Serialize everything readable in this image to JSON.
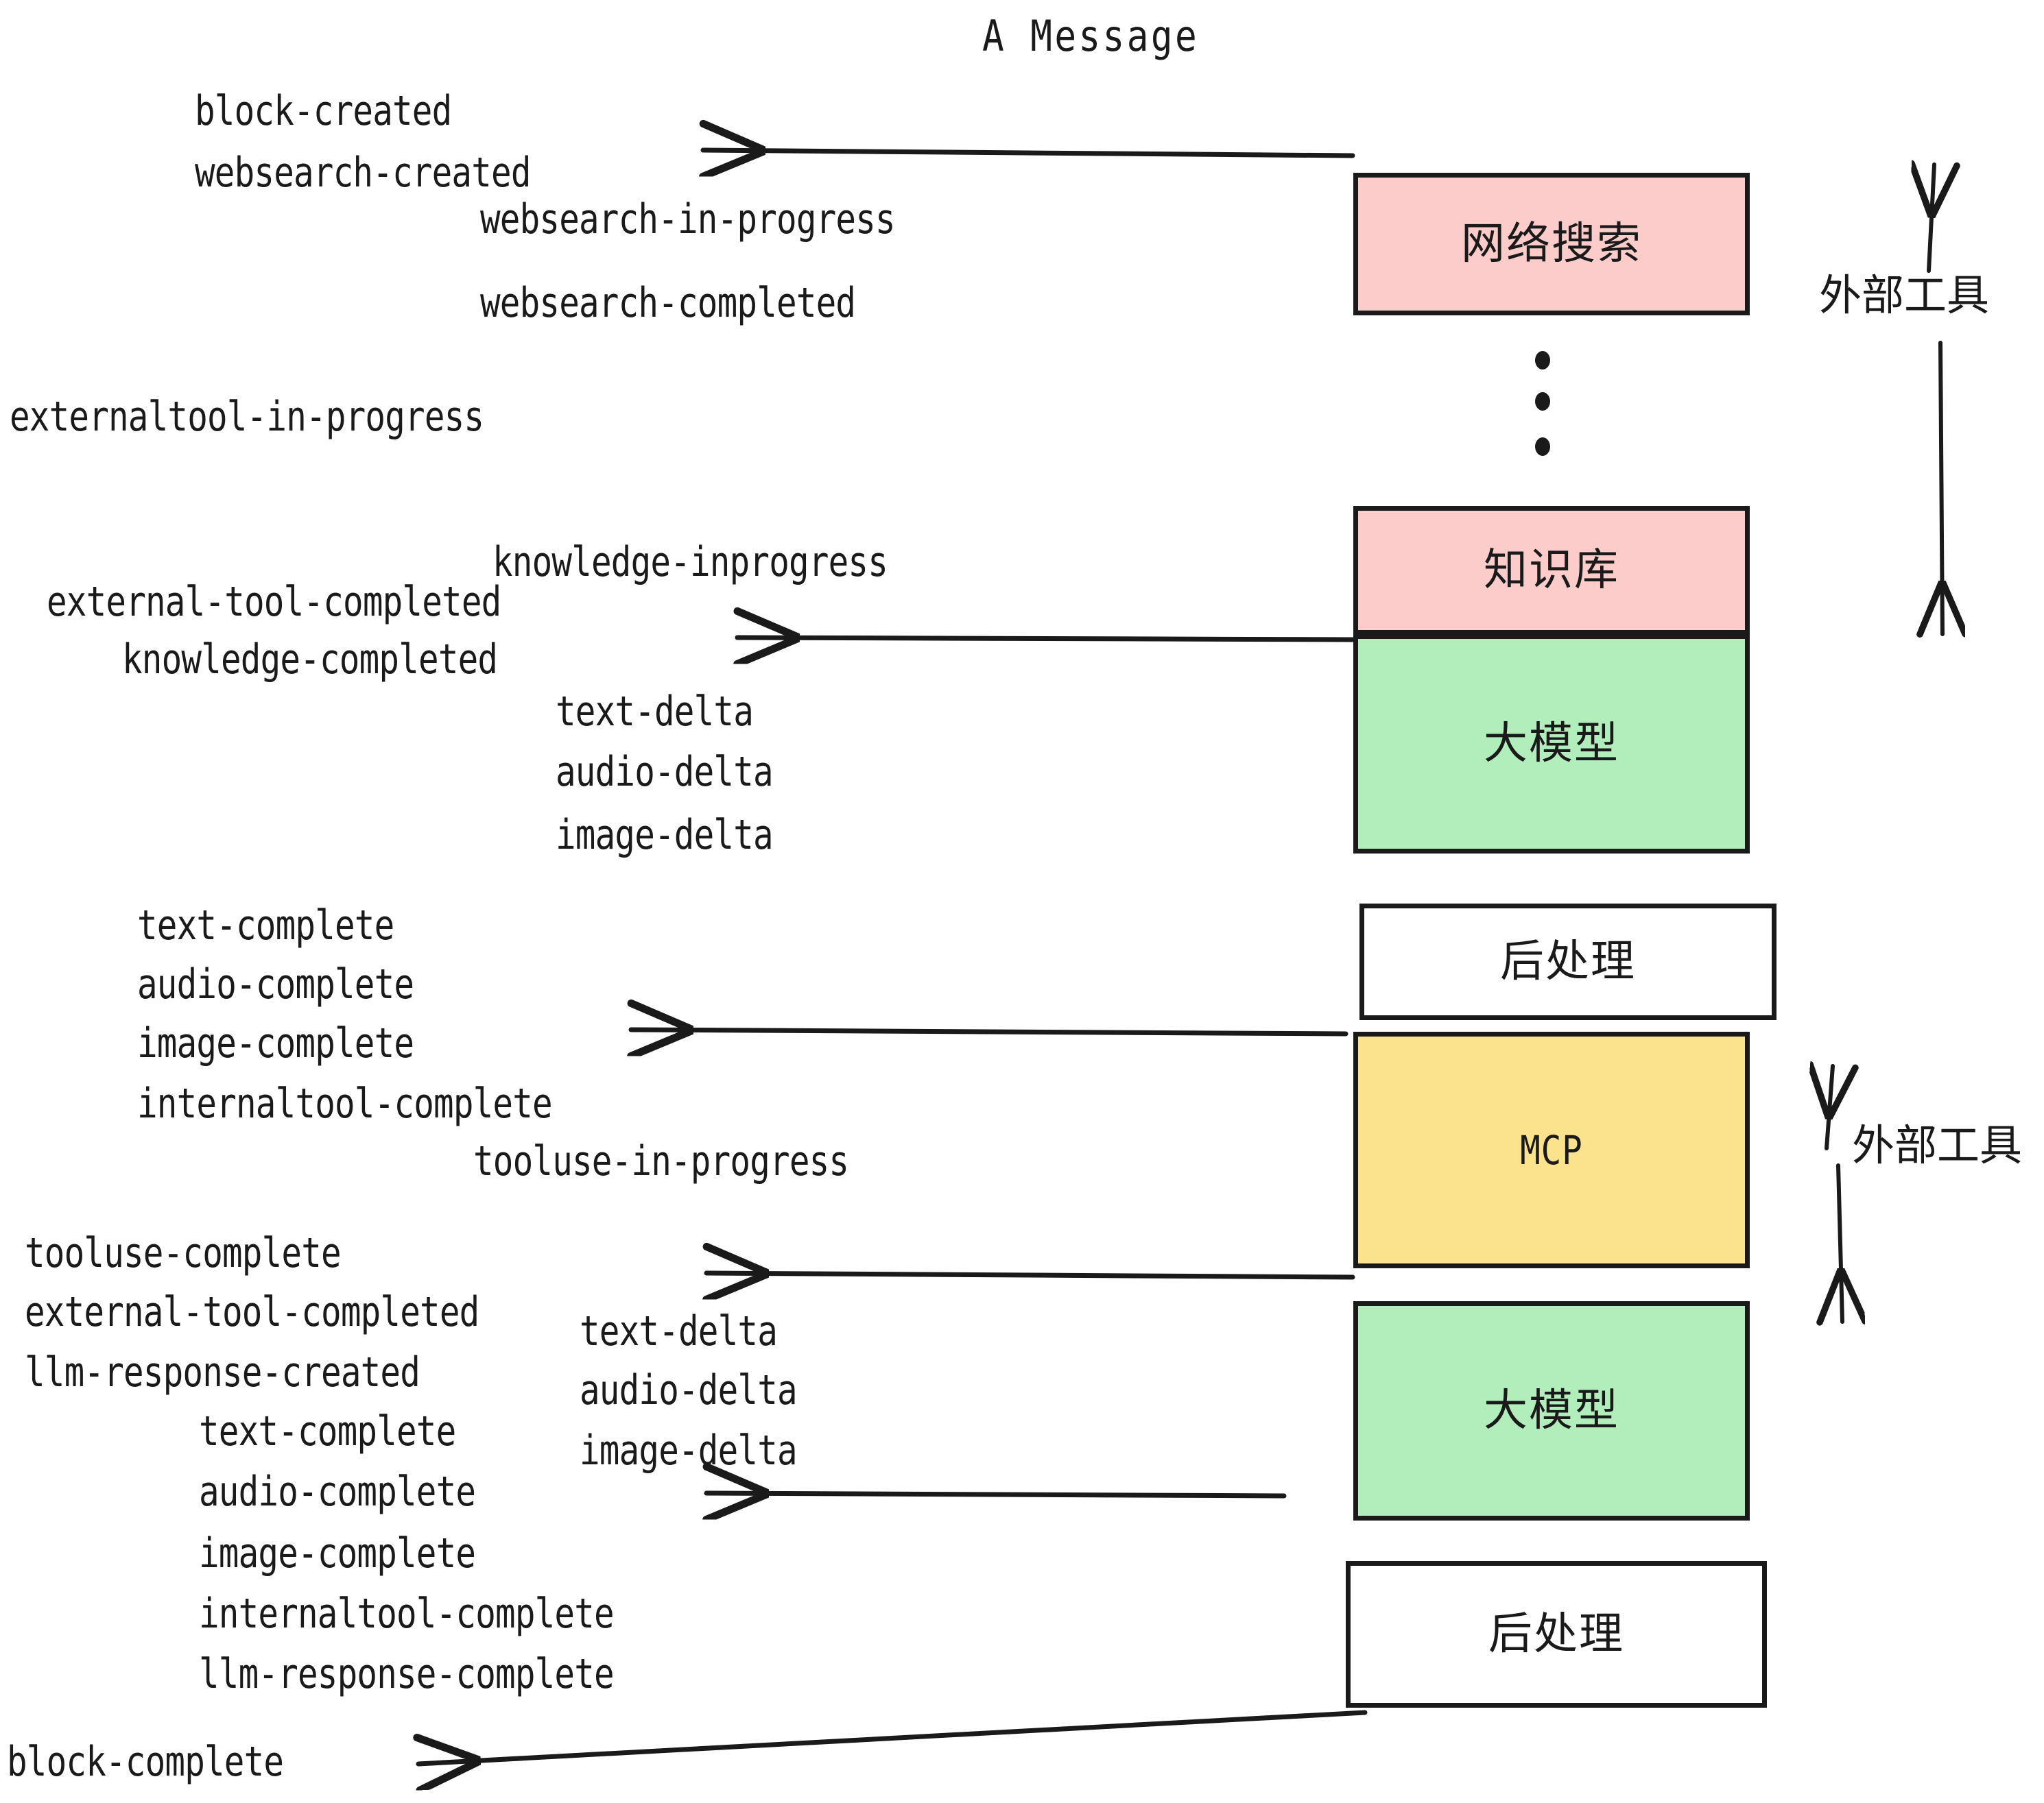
{
  "title": "A Message",
  "events": {
    "block_created": "block-created",
    "websearch_created": "websearch-created",
    "websearch_in_progress": "websearch-in-progress",
    "websearch_completed": "websearch-completed",
    "externaltool_in_progress": "externaltool-in-progress",
    "knowledge_inprogress": "knowledge-inprogress",
    "external_tool_completed_1": "external-tool-completed",
    "knowledge_completed": "knowledge-completed",
    "text_delta_1": "text-delta",
    "audio_delta_1": "audio-delta",
    "image_delta_1": "image-delta",
    "text_complete_1": "text-complete",
    "audio_complete_1": "audio-complete",
    "image_complete_1": "image-complete",
    "internaltool_complete_1": "internaltool-complete",
    "tooluse_in_progress": "tooluse-in-progress",
    "tooluse_complete": "tooluse-complete",
    "external_tool_completed_2": "external-tool-completed",
    "llm_response_created": "llm-response-created",
    "text_delta_2": "text-delta",
    "audio_delta_2": "audio-delta",
    "image_delta_2": "image-delta",
    "text_complete_2": "text-complete",
    "audio_complete_2": "audio-complete",
    "image_complete_2": "image-complete",
    "internaltool_complete_2": "internaltool-complete",
    "llm_response_complete": "llm-response-complete",
    "block_complete": "block-complete"
  },
  "nodes": {
    "websearch": "网络搜索",
    "knowledge": "知识库",
    "llm_1": "大模型",
    "postprocess_1": "后处理",
    "mcp": "MCP",
    "llm_2": "大模型",
    "postprocess_2": "后处理"
  },
  "annotations": {
    "external_tool_top": "外部工具",
    "external_tool_bottom": "外部工具"
  },
  "colors": {
    "pink": "#FCCCCB",
    "green": "#B2EEBC",
    "yellow": "#FAE38C",
    "white": "#FFFFFF",
    "stroke": "#1a1a1a"
  }
}
